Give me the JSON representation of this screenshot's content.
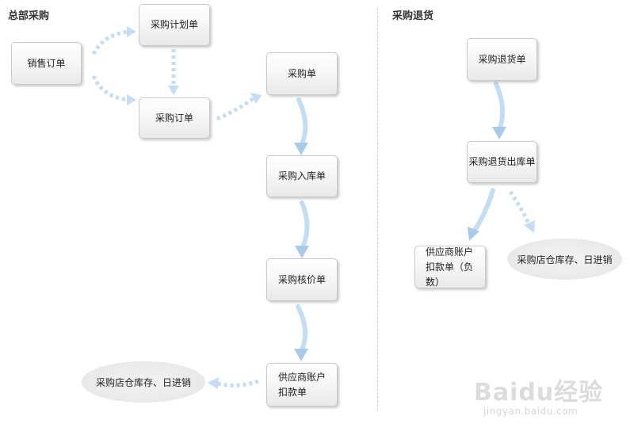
{
  "sections": {
    "hq_title": "总部采购",
    "return_title": "采购退货"
  },
  "nodes": {
    "sales_order": "销售订单",
    "purchase_plan": "采购计划单",
    "purchase_order": "采购订单",
    "purchase_sheet": "采购单",
    "purchase_inbound": "采购入库单",
    "purchase_verify": "采购核价单",
    "supplier_deduct_line1": "供应商账户",
    "supplier_deduct_line2": "扣款单",
    "store_stock_left": "采购店仓库存、日进销",
    "return_sheet": "采购退货单",
    "return_outbound": "采购退货出库单",
    "supplier_neg_line1": "供应商账户",
    "supplier_neg_line2": "扣款单（负数）",
    "store_stock_right": "采购店仓库存、日进销"
  },
  "colors": {
    "arrow": "#c4ddf2",
    "arrow_dark": "#a9cbe9",
    "box_border": "#c9c9c9"
  },
  "watermark": {
    "logo": "Baidu经验",
    "url": "jingyan.baidu.com"
  }
}
